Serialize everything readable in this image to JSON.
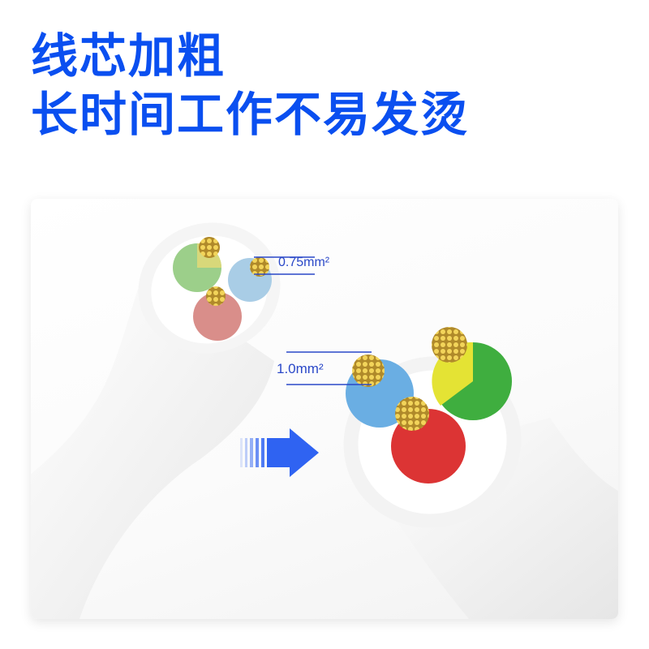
{
  "headline": {
    "line1": "线芯加粗",
    "line2": "长时间工作不易发烫",
    "color": "#0a4ff0"
  },
  "illustration": {
    "small_cable": {
      "label": "0.75mm²",
      "core_colors": [
        "#9ccf8a",
        "#d8d87a",
        "#a9cde6",
        "#d98e8a"
      ]
    },
    "large_cable": {
      "label": "1.0mm²",
      "core_colors": [
        "#3fae3f",
        "#e4e334",
        "#6aaee3",
        "#dc3434"
      ]
    },
    "arrow_color": "#2f63f2",
    "strand_color": "#f2d45a"
  }
}
